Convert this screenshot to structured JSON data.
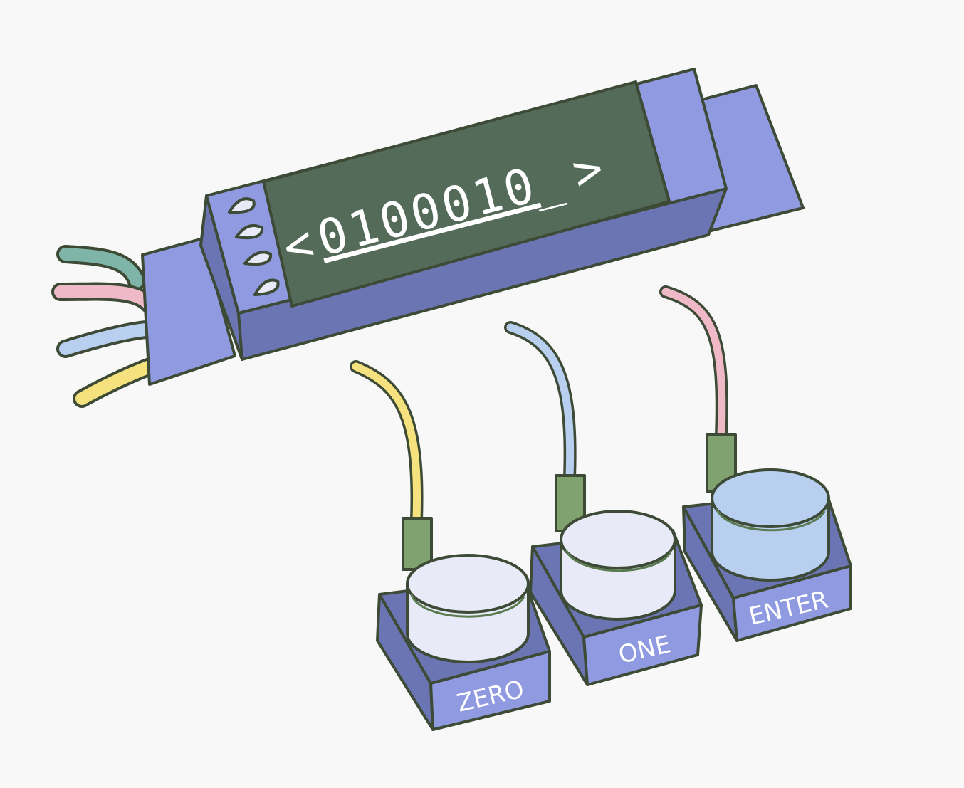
{
  "display": {
    "open_bracket": "<",
    "digits": "0100010",
    "cursor": "_",
    "close_bracket": ">"
  },
  "buttons": [
    {
      "label": "ZERO",
      "knob_color": "#e8eaf8",
      "wire_color": "#f5e27e"
    },
    {
      "label": "ONE",
      "knob_color": "#e8eaf8",
      "wire_color": "#b8cff0"
    },
    {
      "label": "ENTER",
      "knob_color": "#b8cff0",
      "wire_color": "#efb9c8"
    }
  ],
  "colors": {
    "device_light": "#8f9ae0",
    "device_dark": "#6c75b4",
    "screen": "#536b58",
    "connector": "#7fa26f",
    "outline": "#3c4a36"
  },
  "left_wires": [
    "#7fb5a8",
    "#efb9c8",
    "#b8cff0",
    "#f5e27e"
  ]
}
